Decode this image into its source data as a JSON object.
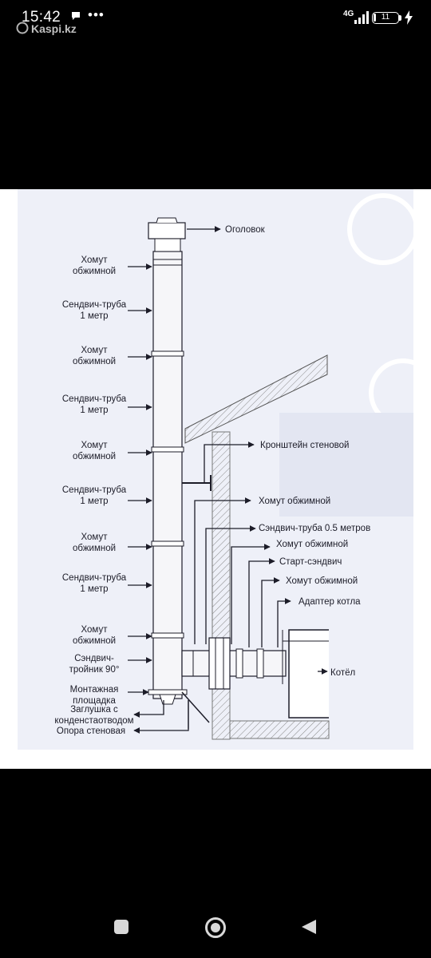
{
  "status_bar": {
    "time": "15:42",
    "network": "4G",
    "battery_level": "11",
    "watermark": "Kaspi.kz",
    "icons": [
      "message-icon",
      "more-dots-icon",
      "signal-icon",
      "battery-icon",
      "charging-icon"
    ]
  },
  "image": {
    "labels": {
      "ogolovok": "Оголовок",
      "homut_1": [
        "Хомут",
        "обжимной"
      ],
      "truba_1": [
        "Сендвич-труба",
        "1 метр"
      ],
      "homut_2": [
        "Хомут",
        "обжимной"
      ],
      "truba_2": [
        "Сендвич-труба",
        "1 метр"
      ],
      "homut_3": [
        "Хомут",
        "обжимной"
      ],
      "truba_3": [
        "Сендвич-труба",
        "1 метр"
      ],
      "homut_4": [
        "Хомут",
        "обжимной"
      ],
      "truba_4": [
        "Сендвич-труба",
        "1 метр"
      ],
      "homut_5": [
        "Хомут",
        "обжимной"
      ],
      "troinik": [
        "Сэндвич-",
        "тройник 90°"
      ],
      "ploshadka": [
        "Монтажная",
        "площадка"
      ],
      "zaglushka": [
        "Заглушка с",
        "конденстаотводом"
      ],
      "opora": "Опора стеновая",
      "kronshtein": "Кронштейн стеновой",
      "homut_right_1": "Хомут обжимной",
      "truba_05": "Сэндвич-труба 0.5 метров",
      "homut_right_2": "Хомут обжимной",
      "start_sendvich": "Старт-сэндвич",
      "homut_right_3": "Хомут обжимной",
      "adapter": "Адаптер котла",
      "kotel": "Котёл"
    }
  },
  "nav_bar": {
    "buttons": [
      "recent-apps-button",
      "home-button",
      "back-button"
    ]
  },
  "colors": {
    "background": "#000000",
    "status_text": "#ffffff",
    "diagram_line": "#1c1c28",
    "diagram_background": "#eef0f8"
  }
}
